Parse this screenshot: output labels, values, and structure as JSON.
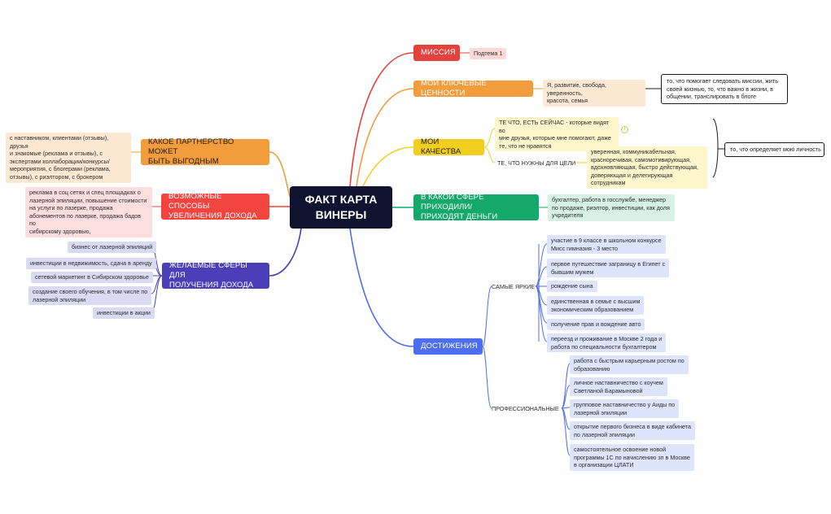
{
  "center": {
    "title": "ФАКТ КАРТА\nВИНЕРЫ"
  },
  "colors": {
    "red": "#e5413d",
    "orange": "#f39c3c",
    "yellow": "#f2cf1f",
    "green": "#14a86a",
    "blue": "#4d6ef0",
    "purple": "#4a3fb8",
    "coral": "#f2453f",
    "center": "#0f1330"
  },
  "right": {
    "mission": {
      "label": "МИССИЯ",
      "child": "Подтема 1"
    },
    "values": {
      "label": "МОИ КЛЮЧЕВЫЕ ЦЕННОСТИ",
      "child": "Я, развитие, свобода, уверенность,\nкрасота, семья",
      "note": "то, что помогает следовать миссии, жить\nсвоей жизнью, то, что важно в жизни, в\nобщении, транслировать в блоге"
    },
    "qualities": {
      "label": "МОИ КАЧЕСТВА",
      "now": "ТЕ ЧТО, ЕСТЬ СЕЙЧАС - которые видят во\nмне друзья, которые мне помогают, даже\nте, что не нравятся",
      "goal_label": "ТЕ, ЧТО НУЖНЫ ДЛЯ ЦЕЛИ",
      "goal": "уверенная, коммуникабельная,\nкрасноречивая, самомотивирующая,\nвдохновляющая, быстро действующая,\nдоверяющая и делегирующая сотрудникам",
      "note": "то, что определяет мою личность",
      "icon": "info-circle-icon"
    },
    "sphere": {
      "label": "В КАКОЙ СФЕРЕ ПРИХОДИЛИ/\nПРИХОДЯТ ДЕНЬГИ",
      "child": "бухгалтер, работа в госслужбе, менеджер\nпо продаже, риэлтор, инвестиции, как доля\nучредителя"
    },
    "achievements": {
      "label": "ДОСТИЖЕНИЯ",
      "bright_label": "САМЫЕ ЯРКИЕ",
      "bright": [
        "участие в 9 классе в школьном конкурсе\nМисс гимназия - 3 место",
        "первое путешествие заграницу в Египет с\nбывшим мужем",
        "рождение сына",
        "единственная в семье с высшим\nэкономическим образованием",
        "получение прав и вождение авто",
        "переезд и проживание в Москве 2 года и\nработа по специальности бухгалтером"
      ],
      "prof_label": "ПРОФЕССИОНАЛЬНЫЕ",
      "prof": [
        "работа с быстрым карьерным ростом по\nобразованию",
        "личное наставничество с коучем\nСветланой Барамыновой",
        "групповое наставничество у Аиды по\nлазерной эпиляции",
        "открытие первого бизнеса в виде кабинета\nпо лазерной эпиляции",
        "самостоятельное освоение новой\nпрограммы 1С по начислению зп в Москве\nв организации ЦЛАТИ"
      ]
    }
  },
  "left": {
    "partnership": {
      "label": "КАКОЕ ПАРТНЕРСТВО МОЖЕТ\nБЫТЬ ВЫГОДНЫМ",
      "child": "с наставником, клиентами (отзывы), друзья\nи знакомые (реклама и отзывы), с\nэкспертами коллаборации/конкурсы/\nмероприятия, с блогерами (реклама,\nотзывы), с риэлтором, с брокером"
    },
    "income": {
      "label": "ВОЗМОЖНЫЕ СПОСОБЫ\nУВЕЛИЧЕНИЯ ДОХОДА",
      "child": "реклама в соц сетях и спец площадках о\nлазерной эпиляции, повышение стоимости\nна услуги по лазерке, продажа\nабонементов по лазерке, продажа бадов по\nсибирскому здоровью,"
    },
    "desired": {
      "label": "ЖЕЛАЕМЫЕ СФЕРЫ ДЛЯ\nПОЛУЧЕНИЯ ДОХОДА",
      "items": [
        "бизнес от лазерной эпиляций",
        "инвестиции в недвижимость, сдача в аренду",
        "сетевой маркетинг в Сибирском здоровье",
        "создание своего обучения, в том числе по\nлазерной эпиляции",
        "инвестиции в акции"
      ]
    }
  }
}
